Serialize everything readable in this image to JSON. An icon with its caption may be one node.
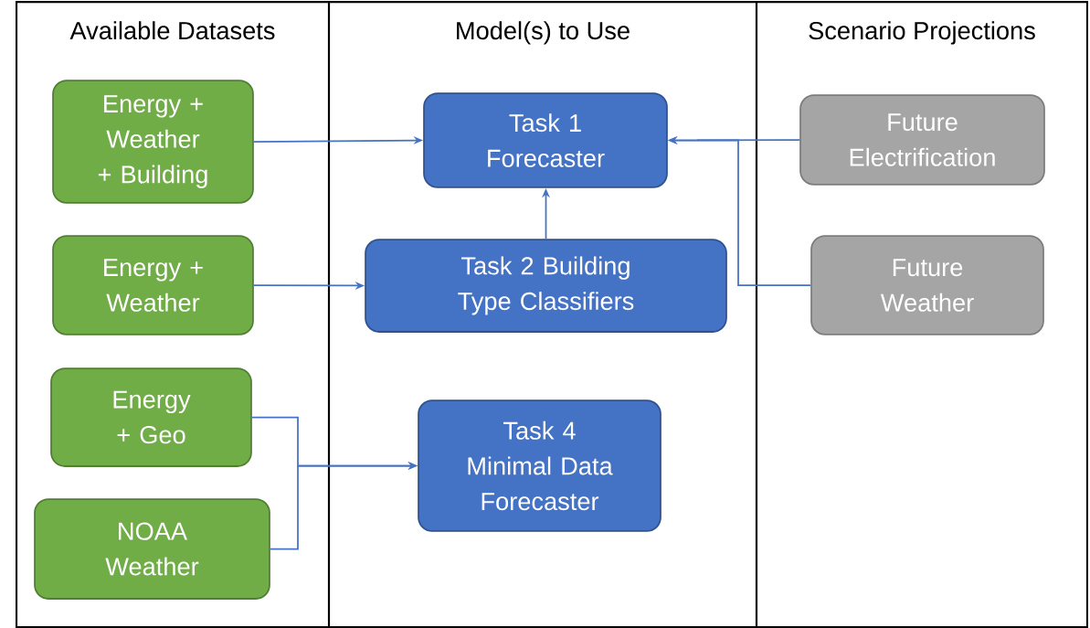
{
  "diagram": {
    "nodes": [
      {
        "text": [
          "Available Datasets"
        ]
      },
      {
        "text": [
          "Model(s) to Use"
        ]
      },
      {
        "text": [
          "Scenario Projections"
        ]
      },
      {
        "text": [
          "Energy + Weather + Building"
        ],
        "in": 0
      },
      {
        "text": [
          "Energy + Weather"
        ],
        "in": 0
      },
      {
        "text": [
          "Energy + Geo"
        ],
        "in": 0
      },
      {
        "text": [
          "NOAA Weather"
        ],
        "in": 0
      },
      {
        "text": [
          "Task 1 Forecaster"
        ],
        "in": 1
      },
      {
        "text": [
          "Task 2 Building Type Classifiers"
        ],
        "in": 1
      },
      {
        "text": [
          "Task 4 Minimal Data Forecaster"
        ],
        "in": 1
      },
      {
        "text": [
          "Future Electrification"
        ],
        "in": 2
      },
      {
        "text": [
          "Future Weather"
        ],
        "in": 2
      }
    ],
    "edges": [
      {
        "from": 3,
        "to": 7,
        "arrow": "to"
      },
      {
        "from": 4,
        "to": 8,
        "arrow": "to"
      },
      {
        "from": 8,
        "to": 7,
        "arrow": "to"
      },
      {
        "from": 5,
        "to": 9,
        "arrow": "to"
      },
      {
        "from": 6,
        "to": 9,
        "arrow": "to"
      },
      {
        "from": 10,
        "to": 7,
        "arrow": "to"
      },
      {
        "from": 11,
        "to": 7,
        "arrow": "to"
      }
    ]
  }
}
